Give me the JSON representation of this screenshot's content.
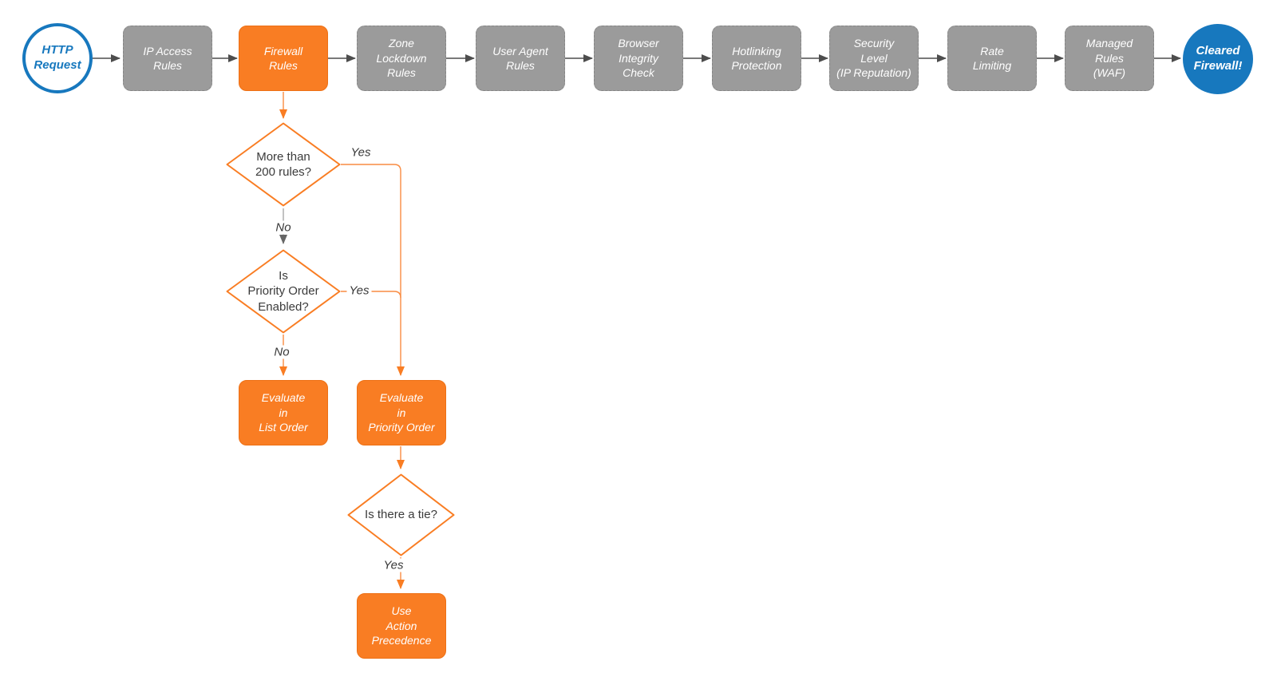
{
  "diagram": {
    "title": "HTTP request firewall evaluation flowchart",
    "colors": {
      "accent_orange": "#F97D23",
      "node_gray": "#9B9B9B",
      "accent_blue": "#1778BE",
      "edge_dark": "#4D4D4D",
      "edge_gray": "#A8A8A8",
      "text_dark": "#3B3B3B"
    },
    "start": {
      "label": "HTTP\nRequest"
    },
    "end": {
      "label": "Cleared\nFirewall!"
    },
    "pipeline": [
      {
        "label": "IP Access\nRules"
      },
      {
        "label": "Firewall\nRules"
      },
      {
        "label": "Zone\nLockdown\nRules"
      },
      {
        "label": "User Agent\nRules"
      },
      {
        "label": "Browser\nIntegrity\nCheck"
      },
      {
        "label": "Hotlinking\nProtection"
      },
      {
        "label": "Security\nLevel\n(IP Reputation)"
      },
      {
        "label": "Rate\nLimiting"
      },
      {
        "label": "Managed\nRules\n(WAF)"
      }
    ],
    "decisions": [
      {
        "label": "More than\n200 rules?"
      },
      {
        "label": "Is\nPriority Order\nEnabled?"
      },
      {
        "label": "Is there a tie?"
      }
    ],
    "processes": [
      {
        "label": "Evaluate\nin\nList Order"
      },
      {
        "label": "Evaluate\nin\nPriority Order"
      },
      {
        "label": "Use\nAction\nPrecedence"
      }
    ],
    "edge_labels": {
      "d1_yes": "Yes",
      "d1_no": "No",
      "d2_yes": "Yes",
      "d2_no": "No",
      "d3_yes": "Yes"
    }
  }
}
